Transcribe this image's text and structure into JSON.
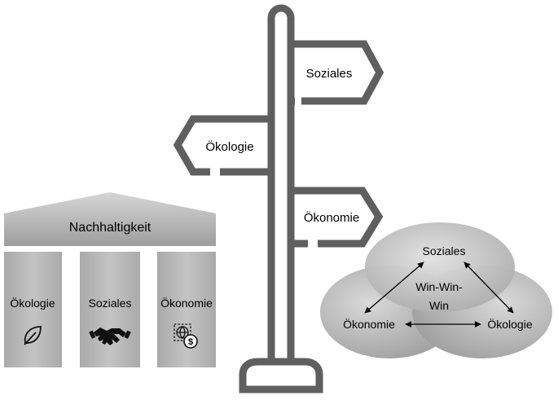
{
  "temple": {
    "roof_label": "Nachhaltigkeit",
    "pillars": [
      {
        "label": "Ökologie",
        "icon": "leaf-icon"
      },
      {
        "label": "Soziales",
        "icon": "handshake-icon"
      },
      {
        "label": "Ökonomie",
        "icon": "globe-dollar-icon"
      }
    ]
  },
  "signpost": {
    "signs": [
      {
        "label": "Soziales",
        "direction": "right"
      },
      {
        "label": "Ökologie",
        "direction": "left"
      },
      {
        "label": "Ökonomie",
        "direction": "right"
      }
    ]
  },
  "venn": {
    "top_label": "Soziales",
    "left_label": "Ökonomie",
    "right_label": "Ökologie",
    "center_label_lines": [
      "Win-Win-",
      "Win"
    ]
  },
  "colors": {
    "post": "#5f5f5f",
    "pillar": "#b7b7b7",
    "roof_light": "#d2d2d2",
    "roof_dark": "#a3a3a3"
  }
}
